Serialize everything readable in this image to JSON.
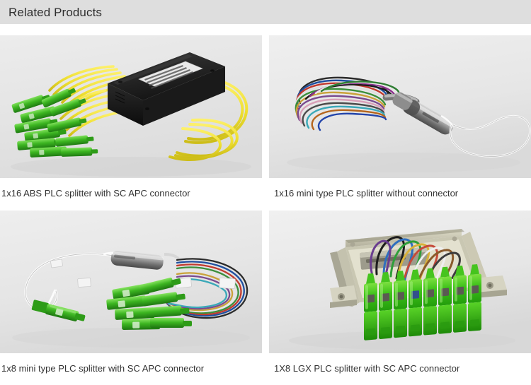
{
  "header": {
    "title": "Related Products",
    "background_color": "#dedede",
    "text_color": "#2f2f2f"
  },
  "palette": {
    "photo_background": "#e6e6e6",
    "connector_green": "#3cb521",
    "connector_green_light": "#66d63e",
    "cable_yellow": "#f2e63c",
    "abs_box_black": "#1c1c1c",
    "steel_grey": "#9a9a9a",
    "lgx_body": "#cfcdb9",
    "caption_text": "#333333"
  },
  "products": [
    {
      "id": "product-1",
      "caption": "1x16 ABS PLC splitter with SC APC connector",
      "image_alt": "1x16 ABS PLC splitter with SC APC connector",
      "image_type": "abs-box-splitter",
      "fiber_count": 16,
      "connector_type": "SC APC",
      "housing": "ABS box",
      "cable_color": "yellow"
    },
    {
      "id": "product-2",
      "caption": "1x16 mini type PLC splitter without connector",
      "image_alt": "1x16 mini type PLC splitter without connector",
      "image_type": "mini-steel-tube-bare",
      "fiber_count": 16,
      "connector_type": "none",
      "housing": "steel tube",
      "cable_color": "multicolor"
    },
    {
      "id": "product-3",
      "caption": "1x8 mini type PLC splitter with SC APC connector",
      "image_alt": "1x8 mini type PLC splitter with SC APC connector",
      "image_type": "mini-steel-tube-connectorized",
      "fiber_count": 8,
      "connector_type": "SC APC",
      "housing": "steel tube",
      "cable_color": "multicolor"
    },
    {
      "id": "product-4",
      "caption": "1X8 LGX PLC splitter with SC APC connector",
      "image_alt": "1X8 LGX PLC splitter with SC APC connector",
      "image_type": "lgx-cassette",
      "fiber_count": 8,
      "connector_type": "SC APC",
      "housing": "LGX cassette",
      "cable_color": "multicolor"
    }
  ]
}
